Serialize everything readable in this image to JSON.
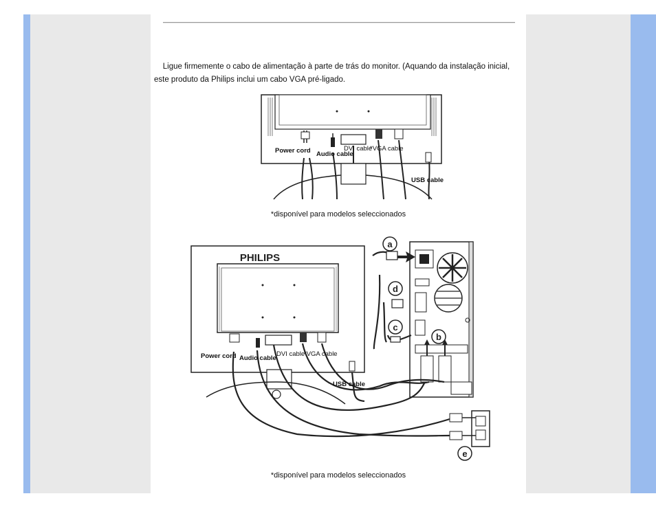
{
  "intro_text": "Ligue firmemente o cabo de alimentação à parte de trás do monitor. (Aquando da instalação inicial, este produto da Philips inclui um cabo VGA pré-ligado.",
  "figure1": {
    "labels": {
      "power_cord": "Power cord",
      "audio_cable": "Audio cable",
      "dvi_cable": "DVI cable",
      "vga_cable": "*VGA cable",
      "usb_cable": "USB cable"
    },
    "caption": "*disponível para modelos seleccionados"
  },
  "figure2": {
    "brand": "PHILIPS",
    "labels": {
      "power_cord": "Power cord",
      "audio_cable": "Audio cable",
      "dvi_cable": "DVI cable",
      "vga_cable": "*VGA cable",
      "usb_cable": "USB cable"
    },
    "callouts": {
      "a": "a",
      "b": "b",
      "c": "c",
      "d": "d",
      "e": "e"
    },
    "caption": "*disponível para modelos seleccionados"
  }
}
